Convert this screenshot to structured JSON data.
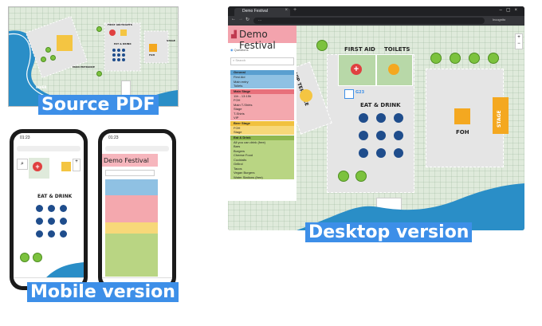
{
  "captions": {
    "source": "Source PDF",
    "desktop": "Desktop version",
    "mobile": "Mobile version"
  },
  "source_map": {
    "labels": {
      "first_aid": "FIRST AID",
      "toilets": "TOILETS",
      "eat_drink": "EAT & DRINK",
      "foh": "FOH",
      "stage": "STAGE",
      "river": "RIVER",
      "bar": "MAIN ENTRANCE"
    }
  },
  "browser": {
    "tab_title": "Demo Festival",
    "address": "...",
    "profile": "Incognito"
  },
  "app": {
    "title": "Demo Festival",
    "search_placeholder": "Search",
    "locate_label": "Questions",
    "zoom_in": "+",
    "zoom_out": "−",
    "marker": "G23"
  },
  "legend": [
    {
      "title": "General",
      "items": [
        "First Aid",
        "Main entry",
        "Toilets"
      ],
      "color": "#8fc1e3",
      "title_color": "#5a9fd0"
    },
    {
      "title": "Main Stage",
      "items": [
        "11h - 13:15h",
        "FOH",
        "Main T-Shirts",
        "Stage",
        "T-Shirts",
        "VIP"
      ],
      "color": "#f4a8ae",
      "title_color": "#e8707b"
    },
    {
      "title": "Beer Stage",
      "items": [
        "FOH",
        "Stage"
      ],
      "color": "#f7d879",
      "title_color": "#f1c13e"
    },
    {
      "title": "Eat & Drink",
      "items": [
        "All you can drink (free)",
        "Bars",
        "Burgers",
        "Cheese Food",
        "Cocktails",
        "Grillrol",
        "Tacos",
        "Vegan Burgers",
        "Water Stations (free)"
      ],
      "color": "#b9d583",
      "title_color": "#8fb850"
    }
  ],
  "map": {
    "first_aid": "FIRST AID",
    "toilets": "TOILETS",
    "eat_drink": "EAT & DRINK",
    "foh": "FOH",
    "stage": "STAGE",
    "vip": "VIP TERRACE"
  },
  "phone": {
    "time": "01:23",
    "eat_drink": "EAT & DRINK",
    "title": "Demo Festival"
  },
  "colors": {
    "accent": "#3d8fe8",
    "header_red": "#e2566b",
    "grass": "#dfeadb",
    "water": "#2a8ec7",
    "tree": "#7cc23e",
    "table": "#1f4d8c"
  }
}
